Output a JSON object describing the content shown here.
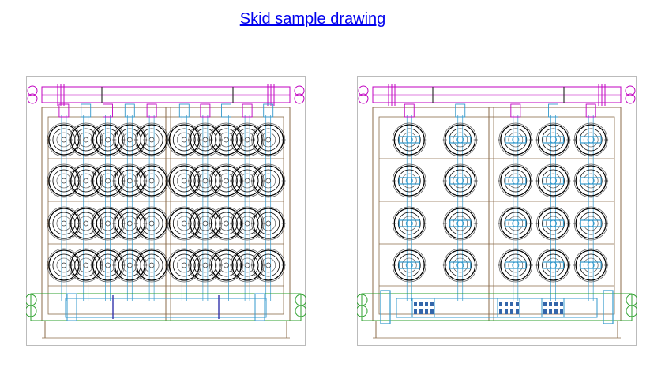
{
  "page": {
    "title_link": "Skid sample drawing"
  },
  "drawings": [
    {
      "id": "left",
      "variant": "plain",
      "columns": [
        5,
        5
      ],
      "rows": 4
    },
    {
      "id": "right",
      "variant": "detail",
      "columns": [
        2,
        3
      ],
      "rows": 4
    }
  ],
  "colors": {
    "frame": "#8b6b4a",
    "header": "#c000c0",
    "bottom_pipe": "#2ca02c",
    "blue_lines": "#3399cc",
    "vessel": "#000000",
    "link": "#0000ee"
  }
}
